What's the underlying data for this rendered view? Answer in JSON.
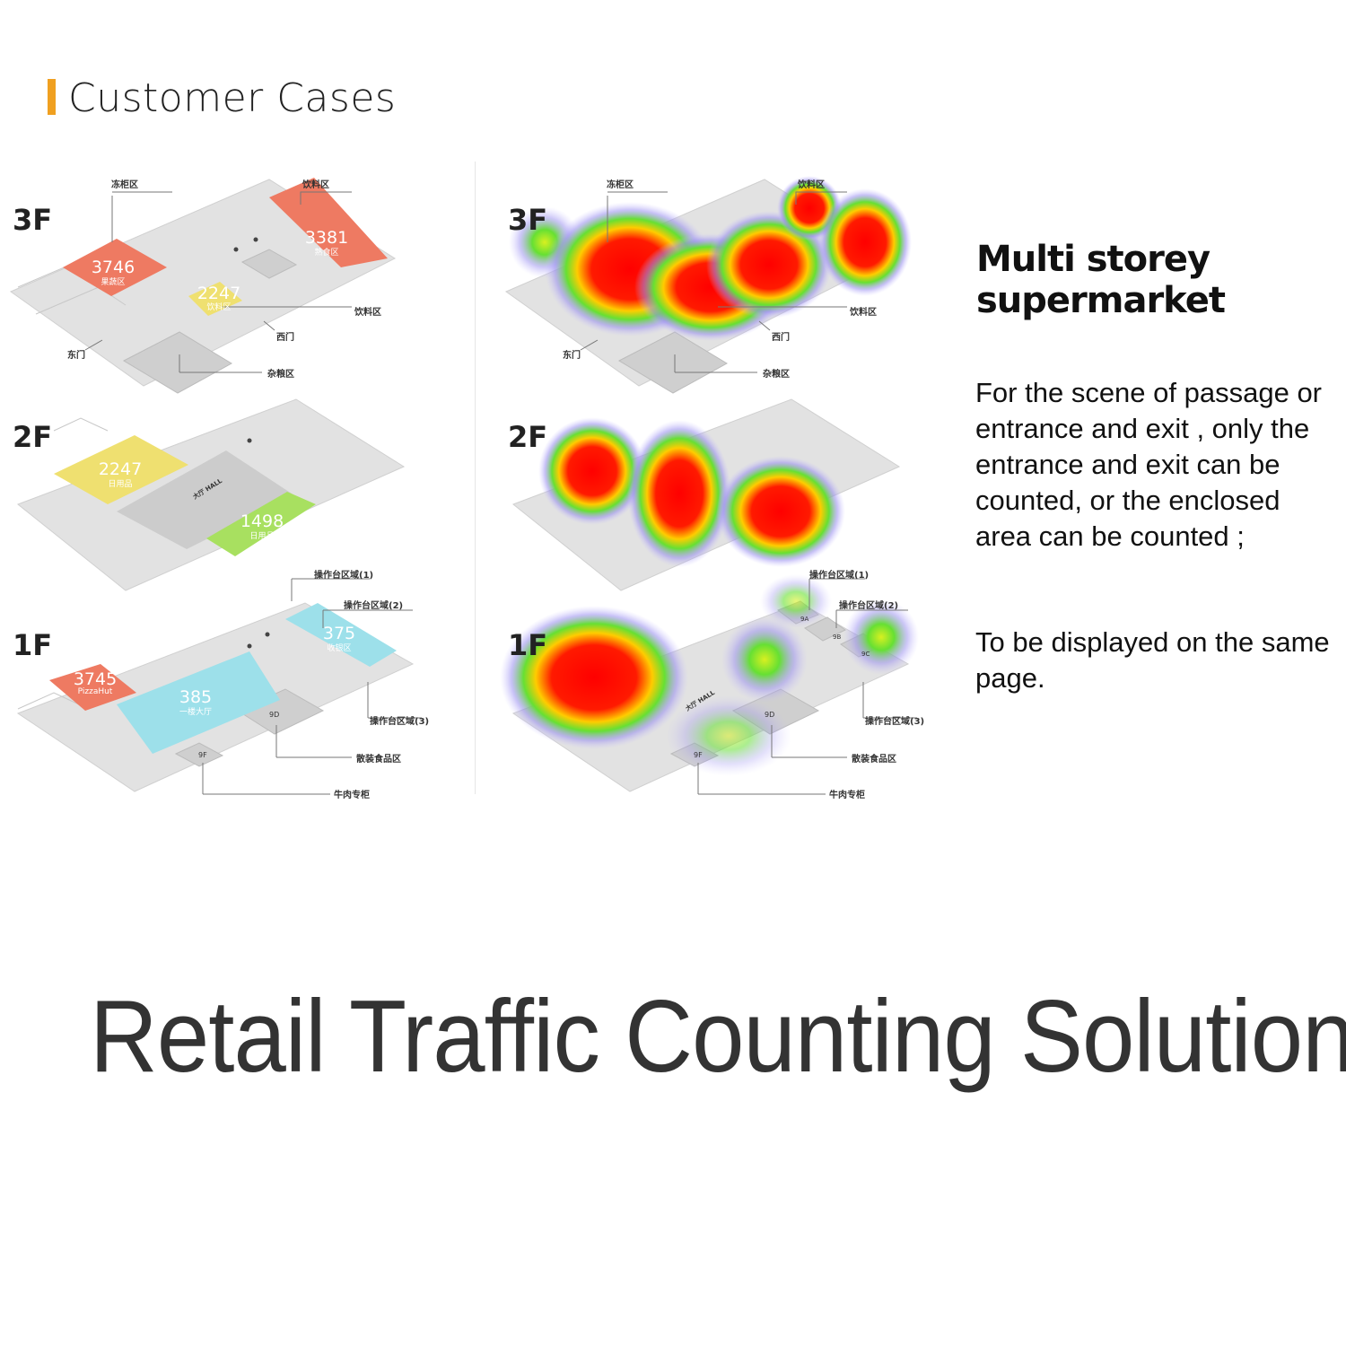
{
  "header": {
    "title": "Customer Cases",
    "accent_color": "#f0a020"
  },
  "floors": {
    "top": "3F",
    "middle": "2F",
    "bottom": "1F"
  },
  "captions": {
    "freezer_area": "冻柜区",
    "beverage_area": "饮料区",
    "east_gate": "东门",
    "west_gate": "西门",
    "grocery_area": "杂粮区",
    "console_area_1": "操作台区域(1)",
    "console_area_2": "操作台区域(2)",
    "console_area_3": "操作台区域(3)",
    "bulk_food_area": "散装食品区",
    "beef_counter": "牛肉专柜",
    "hall": "大厅 HALL",
    "booth_9d": "9D",
    "booth_9f": "9F",
    "booth_9a": "9A",
    "booth_9b": "9B",
    "booth_9c": "9C"
  },
  "zones": {
    "f3_frozen": {
      "count": "3746",
      "label": "果蔬区",
      "color": "#ee7a62"
    },
    "f3_drinks": {
      "count": "3381",
      "label": "熟食区",
      "color": "#ee7a62"
    },
    "f3_beverage": {
      "count": "2247",
      "label": "饮料区",
      "color": "#efe070"
    },
    "f2_left": {
      "count": "2247",
      "label": "日用品",
      "color": "#efe070"
    },
    "f2_right": {
      "count": "1498",
      "label": "日用品",
      "color": "#a8e060"
    },
    "f1_left": {
      "count": "3745",
      "label": "PizzaHut",
      "color": "#ee7a62"
    },
    "f1_hall": {
      "count": "385",
      "label": "一楼大厅",
      "color": "#9de0ea"
    },
    "f1_right": {
      "count": "375",
      "label": "收银区",
      "color": "#9de0ea"
    }
  },
  "case": {
    "heading": "Multi storey supermarket",
    "description_1": "For the scene of passage or entrance and exit , only the entrance and exit can be counted, or the enclosed area can be counted ;",
    "description_2": "To be displayed on the same page."
  },
  "banner": {
    "title": "Retail Traffic Counting Solutions"
  }
}
